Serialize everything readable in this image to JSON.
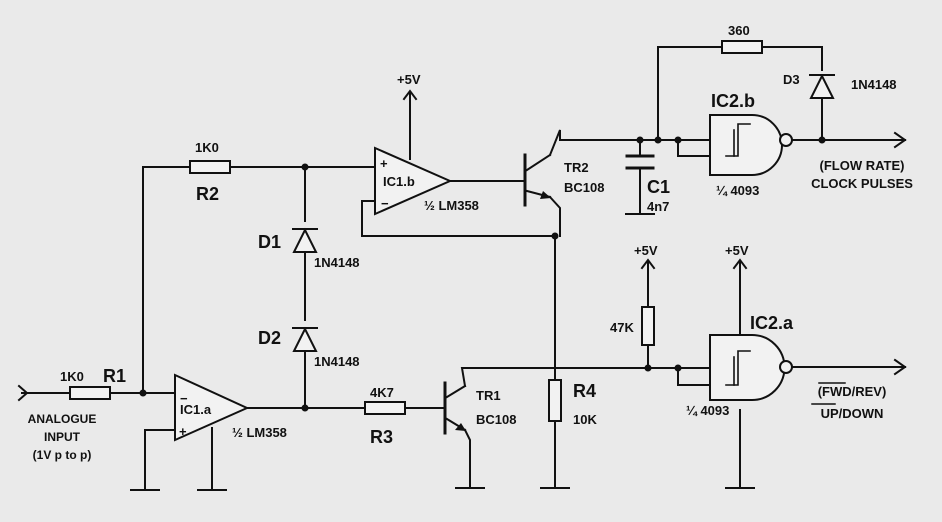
{
  "labels": {
    "r1_value": "1K0",
    "r1_ref": "R1",
    "r2_value": "1K0",
    "r2_ref": "R2",
    "r3_value": "4K7",
    "r3_ref": "R3",
    "r4_ref": "R4",
    "r4_value": "10K",
    "r360_value": "360",
    "r47k_value": "47K",
    "d1_ref": "D1",
    "d1_part": "1N4148",
    "d2_ref": "D2",
    "d2_part": "1N4148",
    "d3_ref": "D3",
    "d3_part": "1N4148",
    "ic1a_ref": "IC1.a",
    "ic1a_part": "½ LM358",
    "ic1b_ref": "IC1.b",
    "ic1b_part": "½ LM358",
    "ic2a_ref": "IC2.a",
    "ic2a_part": "¼ 4093",
    "ic2b_ref": "IC2.b",
    "ic2b_part": "¼ 4093",
    "tr1_ref": "TR1",
    "tr1_part": "BC108",
    "tr2_ref": "TR2",
    "tr2_part": "BC108",
    "c1_ref": "C1",
    "c1_value": "4n7",
    "supply_ic1b": "+5V",
    "supply_47k": "+5V",
    "supply_ic2a": "+5V",
    "input_line1": "ANALOGUE",
    "input_line2": "INPUT",
    "input_line3": "(1V p to p)",
    "out_b_line1": "(FLOW RATE)",
    "out_b_line2": "CLOCK PULSES",
    "out_a_line1": "(FWD/REV)",
    "out_a_line2": "UP/DOWN",
    "plus": "+",
    "minus": "−"
  }
}
